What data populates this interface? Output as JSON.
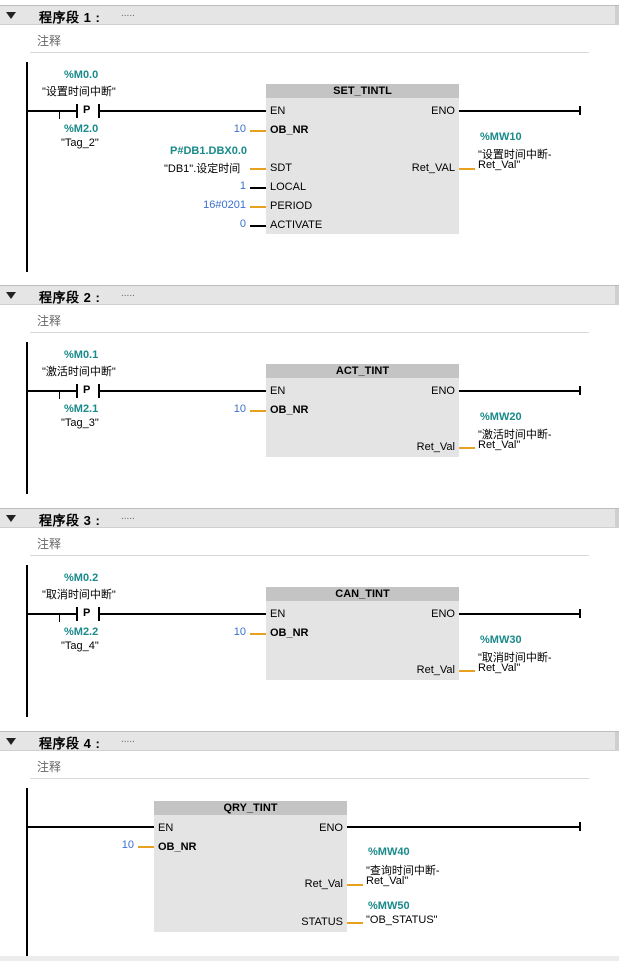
{
  "segments": [
    {
      "title": "程序段 1 :",
      "dots": ".....",
      "comment": "注释",
      "contact": {
        "addr": "%M0.0",
        "tag": "\"设置时间中断\"",
        "type": "P",
        "edge_addr": "%M2.0",
        "edge_tag": "\"Tag_2\""
      },
      "block": {
        "name": "SET_TINTL",
        "in": [
          "EN",
          "OB_NR",
          "SDT",
          "LOCAL",
          "PERIOD",
          "ACTIVATE"
        ],
        "in_values": [
          "",
          "10",
          "",
          "1",
          "16#0201",
          "0"
        ],
        "sdt_addr": "P#DB1.DBX0.0",
        "sdt_tag": "\"DB1\".设定时间",
        "out": [
          "ENO",
          "Ret_VAL"
        ],
        "out_addr": "%MW10",
        "out_tag_1": "\"设置时间中断-",
        "out_tag_2": "Ret_Val\""
      }
    },
    {
      "title": "程序段 2 :",
      "dots": ".....",
      "comment": "注释",
      "contact": {
        "addr": "%M0.1",
        "tag": "\"激活时间中断\"",
        "type": "P",
        "edge_addr": "%M2.1",
        "edge_tag": "\"Tag_3\""
      },
      "block": {
        "name": "ACT_TINT",
        "in": [
          "EN",
          "OB_NR"
        ],
        "in_values": [
          "",
          "10"
        ],
        "out": [
          "ENO",
          "Ret_Val"
        ],
        "out_addr": "%MW20",
        "out_tag_1": "\"激活时间中断-",
        "out_tag_2": "Ret_Val\""
      }
    },
    {
      "title": "程序段 3 :",
      "dots": ".....",
      "comment": "注释",
      "contact": {
        "addr": "%M0.2",
        "tag": "\"取消时间中断\"",
        "type": "P",
        "edge_addr": "%M2.2",
        "edge_tag": "\"Tag_4\""
      },
      "block": {
        "name": "CAN_TINT",
        "in": [
          "EN",
          "OB_NR"
        ],
        "in_values": [
          "",
          "10"
        ],
        "out": [
          "ENO",
          "Ret_Val"
        ],
        "out_addr": "%MW30",
        "out_tag_1": "\"取消时间中断-",
        "out_tag_2": "Ret_Val\""
      }
    },
    {
      "title": "程序段 4 :",
      "dots": ".....",
      "comment": "注释",
      "block": {
        "name": "QRY_TINT",
        "in": [
          "EN",
          "OB_NR"
        ],
        "in_values": [
          "",
          "10"
        ],
        "out": [
          "ENO",
          "Ret_Val",
          "STATUS"
        ],
        "out_addr": "%MW40",
        "out_tag_1": "\"查询时间中断-",
        "out_tag_2": "Ret_Val\"",
        "status_addr": "%MW50",
        "status_tag": "\"OB_STATUS\""
      }
    }
  ],
  "colors": {
    "address": "#1a8a8a",
    "constant": "#3b6fd0",
    "pin_wire": "#e8a020",
    "block_bg": "#e4e4e4",
    "block_head": "#c4c4c4",
    "header_bg": "#e5e5e5"
  }
}
